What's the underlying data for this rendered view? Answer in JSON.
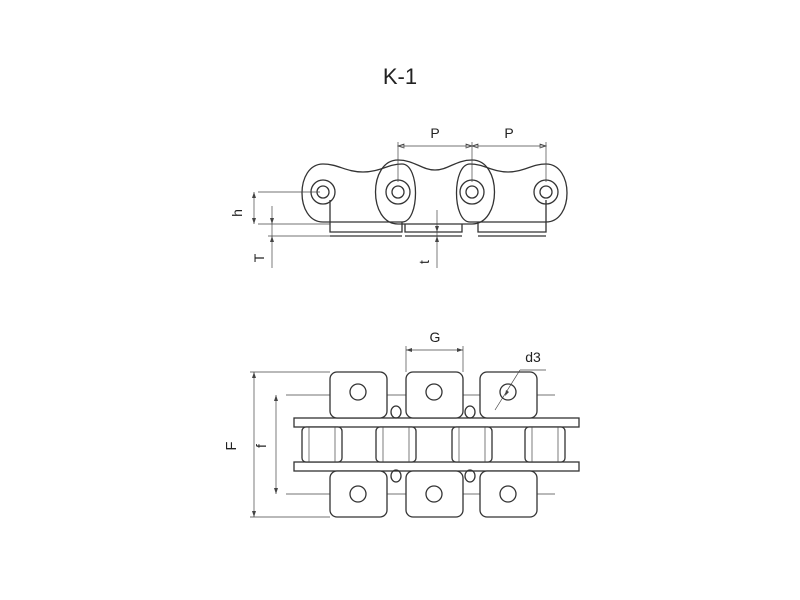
{
  "title": "K-1",
  "side_view": {
    "labels": {
      "pitch_1": "P",
      "pitch_2": "P",
      "height": "h",
      "total": "T",
      "thickness": "t"
    }
  },
  "top_view": {
    "labels": {
      "overall_width": "F",
      "hole_spacing": "f",
      "attachment_width": "G",
      "hole_diameter": "d3"
    }
  },
  "colors": {
    "line": "#333333",
    "background": "#ffffff"
  }
}
